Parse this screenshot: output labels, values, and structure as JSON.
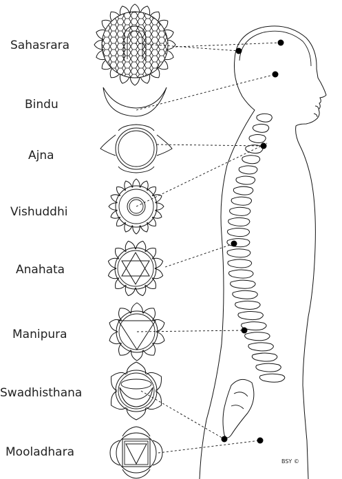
{
  "chakras": [
    {
      "label": "Sahasrara"
    },
    {
      "label": "Bindu"
    },
    {
      "label": "Ajna"
    },
    {
      "label": "Vishuddhi"
    },
    {
      "label": "Anahata"
    },
    {
      "label": "Manipura"
    },
    {
      "label": "Swadhisthana"
    },
    {
      "label": "Mooladhara"
    }
  ],
  "credit": "BSY ©"
}
